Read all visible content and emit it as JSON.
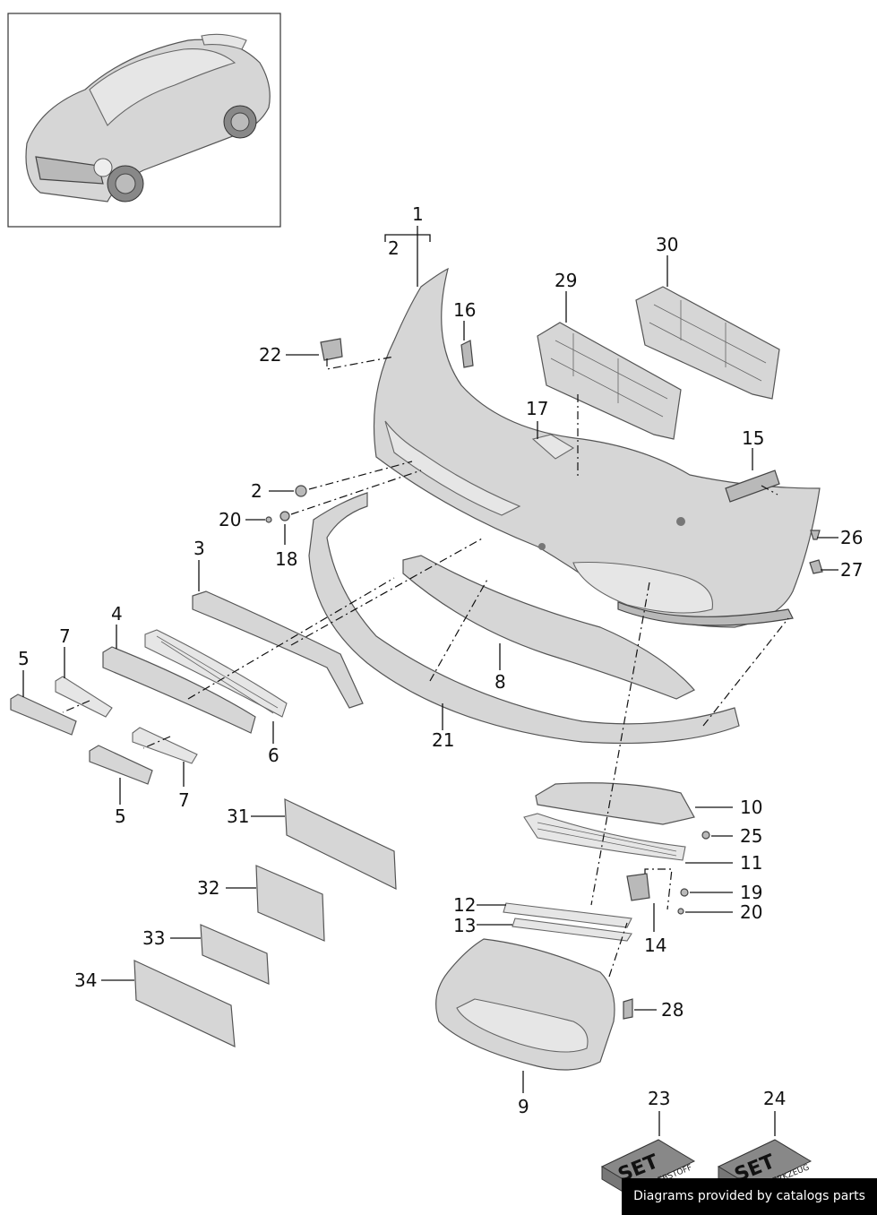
{
  "callouts": [
    "1",
    "2",
    "2",
    "3",
    "4",
    "5",
    "5",
    "6",
    "7",
    "7",
    "8",
    "9",
    "10",
    "11",
    "12",
    "13",
    "14",
    "15",
    "16",
    "17",
    "18",
    "19",
    "20",
    "20",
    "21",
    "22",
    "23",
    "24",
    "25",
    "26",
    "27",
    "28",
    "29",
    "30",
    "31",
    "32",
    "33",
    "34"
  ],
  "kits": [
    {
      "label": "SET",
      "sub": "KLEBSTOFF"
    },
    {
      "label": "SET",
      "sub": "WERKZEUG"
    }
  ],
  "footer": "Diagrams provided by catalogs parts"
}
